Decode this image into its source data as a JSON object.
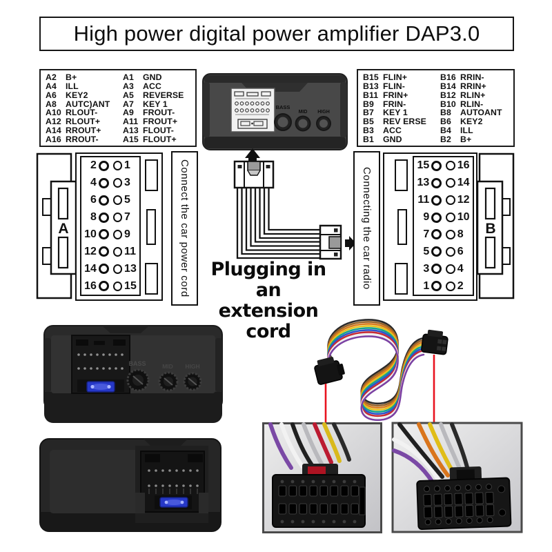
{
  "title": "High power digital power amplifier DAP3.0",
  "pin_table_a": {
    "rows": [
      {
        "l_pin": "A2",
        "l_name": "B+",
        "r_pin": "A1",
        "r_name": "GND"
      },
      {
        "l_pin": "A4",
        "l_name": "ILL",
        "r_pin": "A3",
        "r_name": "ACC"
      },
      {
        "l_pin": "A6",
        "l_name": "KEY2",
        "r_pin": "A5",
        "r_name": "REVERSE"
      },
      {
        "l_pin": "A8",
        "l_name": "AUTC)ANT",
        "r_pin": "A7",
        "r_name": "KEY 1"
      },
      {
        "l_pin": "A10",
        "l_name": "RLOUT-",
        "r_pin": "A9",
        "r_name": "FROUT-"
      },
      {
        "l_pin": "A12",
        "l_name": "RLOUT+",
        "r_pin": "A11",
        "r_name": "FROUT+"
      },
      {
        "l_pin": "A14",
        "l_name": "RROUT+",
        "r_pin": "A13",
        "r_name": "FLOUT-"
      },
      {
        "l_pin": "A16",
        "l_name": "RROUT-",
        "r_pin": "A15",
        "r_name": "FLOUT+"
      }
    ]
  },
  "pin_table_b": {
    "rows": [
      {
        "l_pin": "B15",
        "l_name": "FLIN+",
        "r_pin": "B16",
        "r_name": "RRIN-"
      },
      {
        "l_pin": "B13",
        "l_name": "FLIN-",
        "r_pin": "B14",
        "r_name": "RRIN+"
      },
      {
        "l_pin": "B11",
        "l_name": "FRIN+",
        "r_pin": "B12",
        "r_name": "RLIN+"
      },
      {
        "l_pin": "B9",
        "l_name": "FRIN-",
        "r_pin": "B10",
        "r_name": "RLIN-"
      },
      {
        "l_pin": "B7",
        "l_name": "KEY 1",
        "r_pin": "B8",
        "r_name": "AUTOANT"
      },
      {
        "l_pin": "B5",
        "l_name": "REV ERSE",
        "r_pin": "B6",
        "r_name": "KEY2"
      },
      {
        "l_pin": "B3",
        "l_name": "ACC",
        "r_pin": "B4",
        "r_name": "ILL"
      },
      {
        "l_pin": "B1",
        "l_name": "GND",
        "r_pin": "B2",
        "r_name": "B+"
      }
    ]
  },
  "amplifier": {
    "knob_labels": [
      "BASS",
      "MID",
      "HIGH"
    ]
  },
  "connector_a": {
    "label": "A",
    "caption": "Connect the car power cord",
    "rows": [
      {
        "left": "2",
        "right": "1"
      },
      {
        "left": "4",
        "right": "3"
      },
      {
        "left": "6",
        "right": "5"
      },
      {
        "left": "8",
        "right": "7"
      },
      {
        "left": "10",
        "right": "9"
      },
      {
        "left": "12",
        "right": "11"
      },
      {
        "left": "14",
        "right": "13"
      },
      {
        "left": "16",
        "right": "15"
      }
    ]
  },
  "connector_b": {
    "label": "B",
    "caption": "Connecting the car radio",
    "rows": [
      {
        "left": "15",
        "right": "16"
      },
      {
        "left": "13",
        "right": "14"
      },
      {
        "left": "11",
        "right": "12"
      },
      {
        "left": "9",
        "right": "10"
      },
      {
        "left": "7",
        "right": "8"
      },
      {
        "left": "5",
        "right": "6"
      },
      {
        "left": "3",
        "right": "4"
      },
      {
        "left": "1",
        "right": "2"
      }
    ]
  },
  "extension": {
    "lines": [
      "Plugging in an",
      "extension cord"
    ]
  },
  "colors": {
    "line_black": "#111111",
    "pointer_red": "#e8131f",
    "fuse_blue": "#2638c8",
    "wire_palette": [
      "#d97b1e",
      "#e5c21f",
      "#17a38c",
      "#2d53cc",
      "#c62b35",
      "#7b41a3",
      "#efefef",
      "#2a2a2a",
      "#96632a"
    ]
  }
}
